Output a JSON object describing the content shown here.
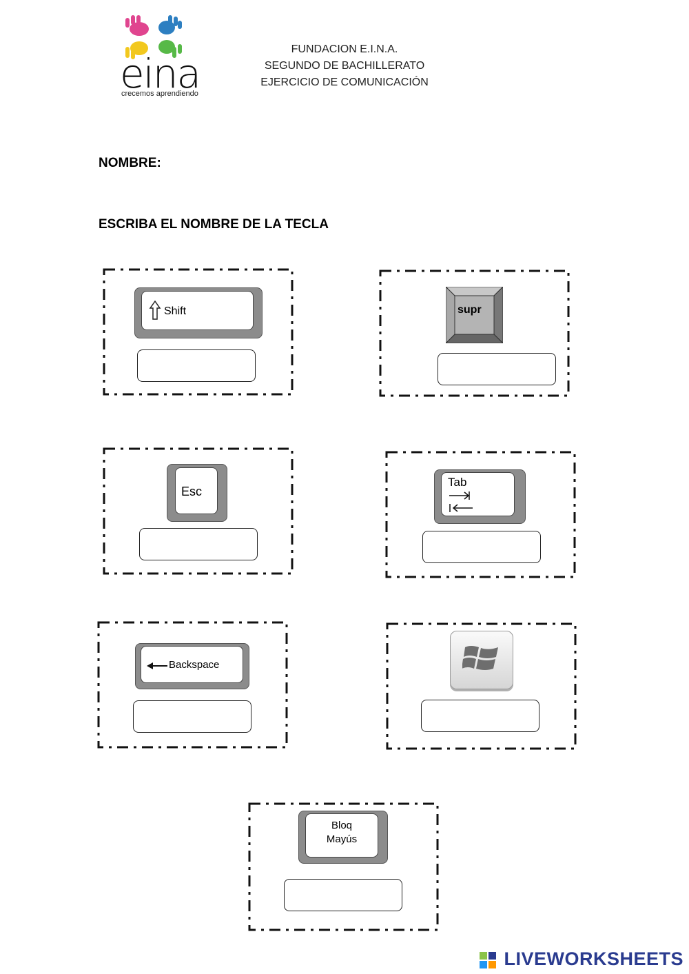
{
  "logo": {
    "word": "eina",
    "tagline": "crecemos aprendiendo"
  },
  "header": {
    "line1": "FUNDACION E.I.N.A.",
    "line2": "SEGUNDO DE BACHILLERATO",
    "line3": "EJERCICIO  DE COMUNICACIÓN"
  },
  "name_label": "NOMBRE:",
  "instruction": "ESCRIBA EL NOMBRE DE LA TECLA",
  "keys": {
    "shift": {
      "label": "Shift",
      "icon": "up-arrow-outline-icon",
      "answer": ""
    },
    "supr": {
      "label": "supr",
      "answer": ""
    },
    "esc": {
      "label": "Esc",
      "answer": ""
    },
    "tab": {
      "label": "Tab",
      "icon": "tab-arrows-icon",
      "answer": ""
    },
    "backspace": {
      "label": "Backspace",
      "icon": "left-arrow-icon",
      "answer": ""
    },
    "windows": {
      "label": "",
      "icon": "windows-logo-icon",
      "answer": ""
    },
    "capslock": {
      "label_line1": "Bloq",
      "label_line2": "Mayús",
      "answer": ""
    }
  },
  "footer": {
    "brand": "LIVEWORKSHEETS",
    "icon": "liveworksheets-icon"
  },
  "colors": {
    "key_gray": "#8c8c8c",
    "brand_blue": "#2a3b8f"
  }
}
